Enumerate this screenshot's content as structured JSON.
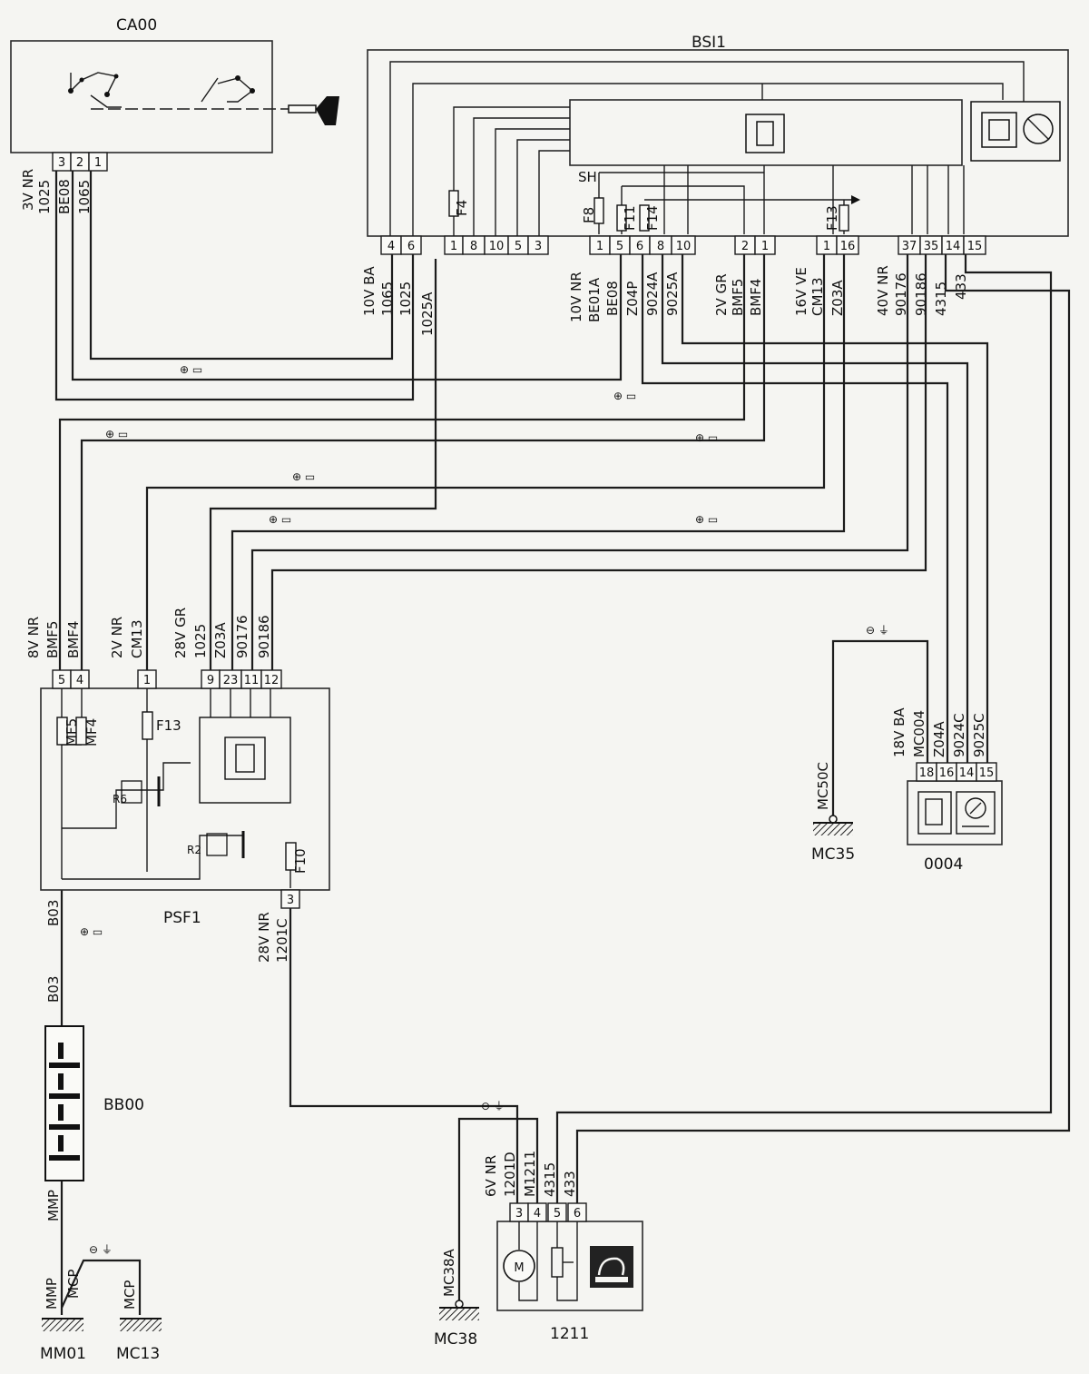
{
  "components": {
    "CA00": "CA00",
    "BSI1": "BSI1",
    "PSF1": "PSF1",
    "BB00": "BB00",
    "O004": "0004",
    "I211": "1211"
  },
  "grounds": {
    "MM01": "MM01",
    "MC13": "MC13",
    "MC38": "MC38",
    "MC35": "MC35"
  },
  "ca00": {
    "connector": "3V NR",
    "pins": [
      "3",
      "2",
      "1"
    ],
    "wires": [
      "1025",
      "BE08",
      "1065"
    ]
  },
  "bsi1": {
    "connector_left": "10V BA",
    "pins_left": [
      "4",
      "6",
      "1",
      "8",
      "10",
      "5",
      "3"
    ],
    "wires_left": [
      "1065",
      "1025",
      "1025A"
    ],
    "connector_mid": "10V NR",
    "pins_mid": [
      "1",
      "5",
      "6",
      "8",
      "10"
    ],
    "wires_mid": [
      "BE01A",
      "BE08",
      "Z04P",
      "9024A",
      "9025A"
    ],
    "connector_2v": "2V GR",
    "pins_2v": [
      "2",
      "1"
    ],
    "wires_2v": [
      "BMF5",
      "BMF4"
    ],
    "connector_16v": "16V VE",
    "pins_16v": [
      "1",
      "16"
    ],
    "wires_16v": [
      "CM13",
      "Z03A"
    ],
    "connector_40v": "40V NR",
    "pins_40v": [
      "37",
      "35",
      "14",
      "15"
    ],
    "wires_40v": [
      "90176",
      "90186",
      "4315",
      "433"
    ],
    "fuses": [
      "F4",
      "F8",
      "F11",
      "F14",
      "F13"
    ],
    "sh_label": "SH"
  },
  "psf1": {
    "connector_8v": "8V NR",
    "pins_8v": [
      "5",
      "4"
    ],
    "wires_8v": [
      "BMF5",
      "BMF4"
    ],
    "connector_2v": "2V NR",
    "pins_2v": [
      "1"
    ],
    "wires_2v": [
      "CM13"
    ],
    "connector_28v": "28V GR",
    "pins_28v": [
      "9",
      "23",
      "11",
      "12"
    ],
    "wires_28v": [
      "1025",
      "Z03A",
      "90176",
      "90186"
    ],
    "fuses": [
      "MF5",
      "MF4",
      "F13",
      "F10"
    ],
    "relays": [
      "R6",
      "R2"
    ],
    "connector_bottom": "28V NR",
    "pin_bottom": "3",
    "wire_bottom": "1201C",
    "feed": "B03"
  },
  "bb00": {
    "top": "B03",
    "bottom": "MMP"
  },
  "mm01": {
    "wires": [
      "MMP",
      "MCP"
    ],
    "mc13_wire": "MCP"
  },
  "i211": {
    "connector": "6V NR",
    "pins": [
      "3",
      "4",
      "5",
      "6"
    ],
    "wires": [
      "1201D",
      "M1211",
      "4315",
      "433"
    ],
    "ground_wire": "MC38A",
    "motor": "M"
  },
  "o004": {
    "connector": "18V BA",
    "pins": [
      "18",
      "16",
      "14",
      "15"
    ],
    "wires": [
      "MC004",
      "Z04A",
      "9024C",
      "9025C"
    ],
    "ground_wire": "MC50C"
  }
}
